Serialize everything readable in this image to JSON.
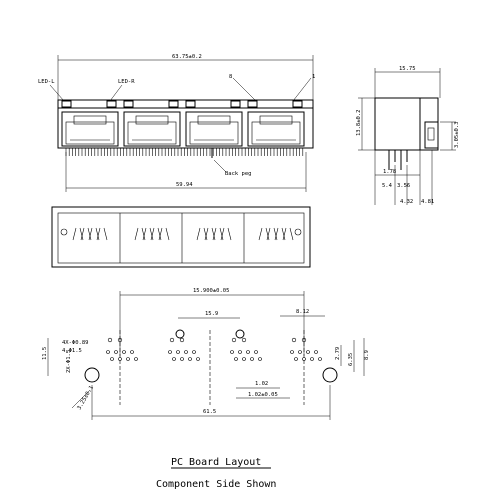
{
  "top_view": {
    "overall_width": "63.75±0.2",
    "led_left": "LED-L",
    "led_right": "LED-R",
    "pin_mark_8": "8",
    "pin_mark_1": "1",
    "back_peg": "Back peg",
    "span_width": "59.94"
  },
  "side_view": {
    "depth": "15.75",
    "height": "13.8±0.2",
    "leg_height": "3.05±0.3",
    "dim_178": "1.78",
    "dim_356": "3.56",
    "dim_54": "5.4",
    "dim_432": "4.32",
    "dim_481": "4.81"
  },
  "pcb_layout": {
    "top_span": "15.900±0.05",
    "port_pitch": "15.9",
    "pin_pitch": "8.12",
    "pin_spacing": "1.02",
    "pin_holes": "1.02±0.05",
    "left_holes_1": "4X-Φ0.89",
    "left_holes_2": "4-Φ1.5",
    "left_height": "11.5",
    "peg_dim": "3.25±0.1",
    "left_small": "2X-Φ1.5",
    "right_small": "2.79",
    "right_height": "8.9",
    "right_dim": "6.35",
    "bottom_span": "61.5",
    "caption": "PC Board Layout",
    "subcaption": "Component Side Shown"
  }
}
